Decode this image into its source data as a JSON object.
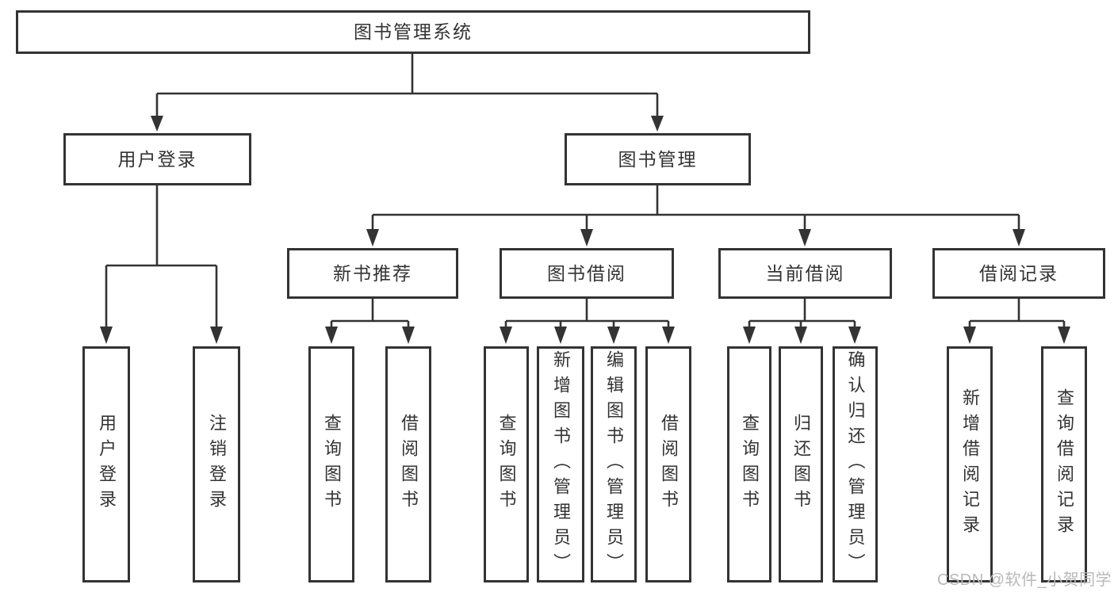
{
  "tree": {
    "label": "图书管理系统",
    "children": [
      {
        "label": "用户登录",
        "children": [
          {
            "label": "用户登录"
          },
          {
            "label": "注销登录"
          }
        ]
      },
      {
        "label": "图书管理",
        "children": [
          {
            "label": "新书推荐",
            "children": [
              {
                "label": "查询图书"
              },
              {
                "label": "借阅图书"
              }
            ]
          },
          {
            "label": "图书借阅",
            "children": [
              {
                "label": "查询图书"
              },
              {
                "label": "新增图书（管理员）"
              },
              {
                "label": "编辑图书（管理员）"
              },
              {
                "label": "借阅图书"
              }
            ]
          },
          {
            "label": "当前借阅",
            "children": [
              {
                "label": "查询图书"
              },
              {
                "label": "归还图书"
              },
              {
                "label": "确认归还（管理员）"
              }
            ]
          },
          {
            "label": "借阅记录",
            "children": [
              {
                "label": "新增借阅记录"
              },
              {
                "label": "查询借阅记录"
              }
            ]
          }
        ]
      }
    ]
  },
  "watermark": {
    "text": "CSDN @软件_小贺同学",
    "color": "#b8b8b8"
  },
  "colors": {
    "line": "#333333",
    "box_border": "#333333",
    "box_fill": "#ffffff",
    "text": "#333333",
    "background": "#ffffff"
  }
}
